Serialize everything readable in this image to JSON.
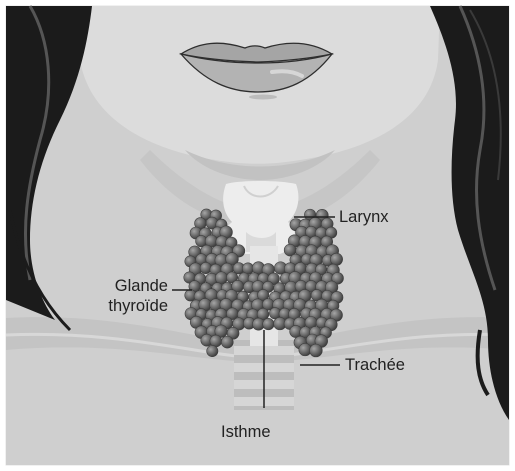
{
  "labels": {
    "larynx": "Larynx",
    "glande_line1": "Glande",
    "glande_line2": "thyroïde",
    "trachee": "Trachée",
    "isthme": "Isthme"
  },
  "colors": {
    "background": "#ffffff",
    "skin": "#cfcfcf",
    "skin_light": "#dcdcdc",
    "hair": "#1b1b1b",
    "hair_highlight": "#555555",
    "thyroid_nodule": "#666666",
    "trachea": "#bdbdbd",
    "trachea_ring": "#a8a8a8",
    "larynx": "#f2f2f2",
    "leader_line": "#222222",
    "text": "#222222"
  }
}
